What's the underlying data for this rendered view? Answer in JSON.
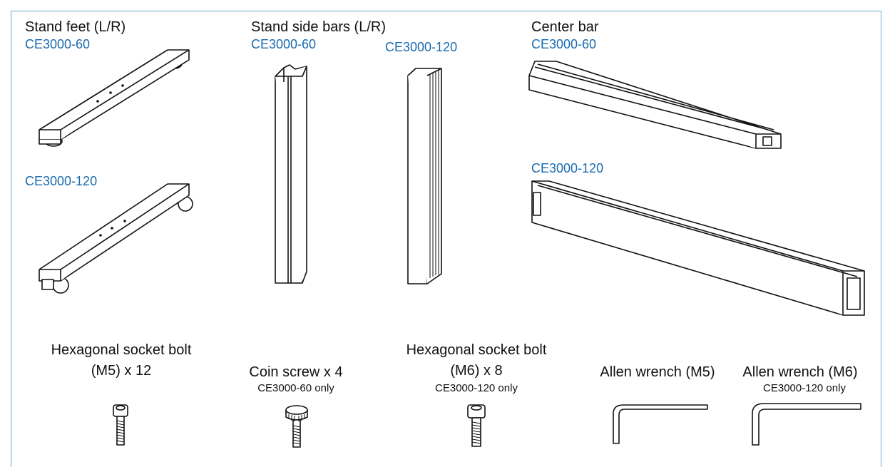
{
  "parts": {
    "feet": {
      "title": "Stand feet (L/R)",
      "model_a": "CE3000-60",
      "model_b": "CE3000-120"
    },
    "side_bars": {
      "title": "Stand side bars (L/R)",
      "model_a": "CE3000-60",
      "model_b": "CE3000-120"
    },
    "center_bar": {
      "title": "Center bar",
      "model_a": "CE3000-60",
      "model_b": "CE3000-120"
    }
  },
  "hardware": {
    "bolt_m5": {
      "line1": "Hexagonal socket bolt",
      "line2": "(M5) x 12"
    },
    "coin_screw": {
      "line1": "Coin screw x 4",
      "note": "CE3000-60 only"
    },
    "bolt_m6": {
      "line1": "Hexagonal socket bolt",
      "line2": "(M6) x 8",
      "note": "CE3000-120 only"
    },
    "wrench_m5": {
      "line1": "Allen wrench (M5)"
    },
    "wrench_m6": {
      "line1": "Allen wrench (M6)",
      "note": "CE3000-120 only"
    }
  },
  "colors": {
    "frame": "#6da7cf",
    "model_text": "#1a6bb0",
    "line": "#111111"
  },
  "icons": [
    "stand-foot-icon",
    "side-bar-icon",
    "center-bar-icon",
    "bolt-icon",
    "coin-screw-icon",
    "allen-wrench-icon"
  ]
}
